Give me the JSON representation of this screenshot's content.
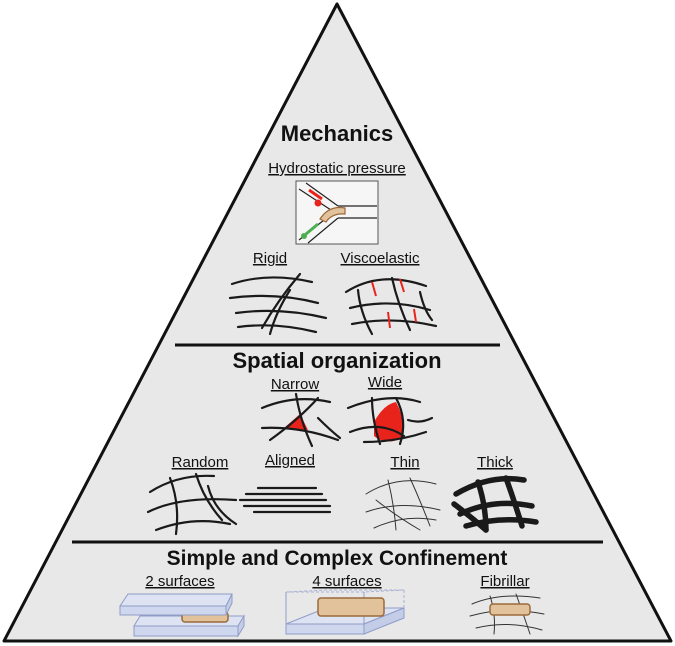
{
  "tiers": {
    "top": {
      "title": "Mechanics"
    },
    "middle": {
      "title": "Spatial organization"
    },
    "bottom": {
      "title": "Simple and Complex Confinement"
    }
  },
  "mechanics": {
    "hydrostatic": "Hydrostatic pressure",
    "rigid": "Rigid",
    "viscoelastic": "Viscoelastic"
  },
  "spatial": {
    "narrow": "Narrow",
    "wide": "Wide",
    "random": "Random",
    "aligned": "Aligned",
    "thin": "Thin",
    "thick": "Thick"
  },
  "confinement": {
    "two_surfaces": "2 surfaces",
    "four_surfaces": "4 surfaces",
    "fibrillar": "Fibrillar"
  },
  "colors": {
    "panel_fill": "#e8e8e8",
    "outline": "#111111",
    "accent_red": "#e8231c",
    "accent_green": "#4caf50",
    "cell_fill": "#e2c29a",
    "cell_stroke": "#9a6a3a",
    "slab_fill": "#dde3f3",
    "slab_stroke": "#8f9cc6"
  }
}
